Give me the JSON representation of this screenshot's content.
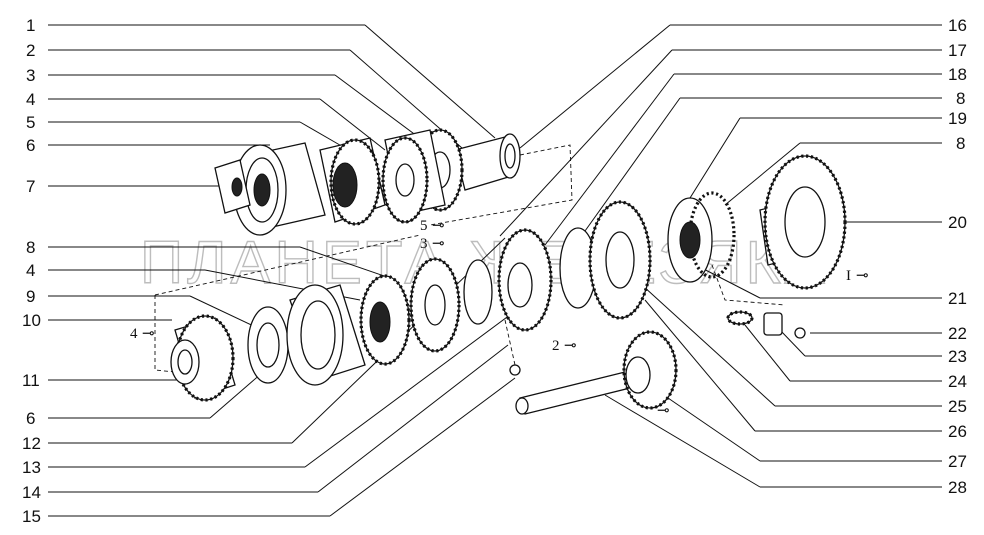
{
  "watermark": "ПЛАНЕТА ЖЕЛЕЗЯКА",
  "labels_left": [
    "1",
    "2",
    "3",
    "4",
    "5",
    "6",
    "7",
    "8",
    "4",
    "9",
    "10",
    "11",
    "6",
    "12",
    "13",
    "14",
    "15"
  ],
  "labels_right": [
    "16",
    "17",
    "18",
    "8",
    "19",
    "8",
    "20",
    "21",
    "22",
    "23",
    "24",
    "25",
    "26",
    "27",
    "28"
  ],
  "callouts": {
    "c5": "5",
    "c3": "3",
    "c4": "4",
    "c2": "2",
    "c1": "I"
  },
  "colors": {
    "line": "#111111",
    "background": "#ffffff",
    "watermark": "#bdbdbd"
  }
}
